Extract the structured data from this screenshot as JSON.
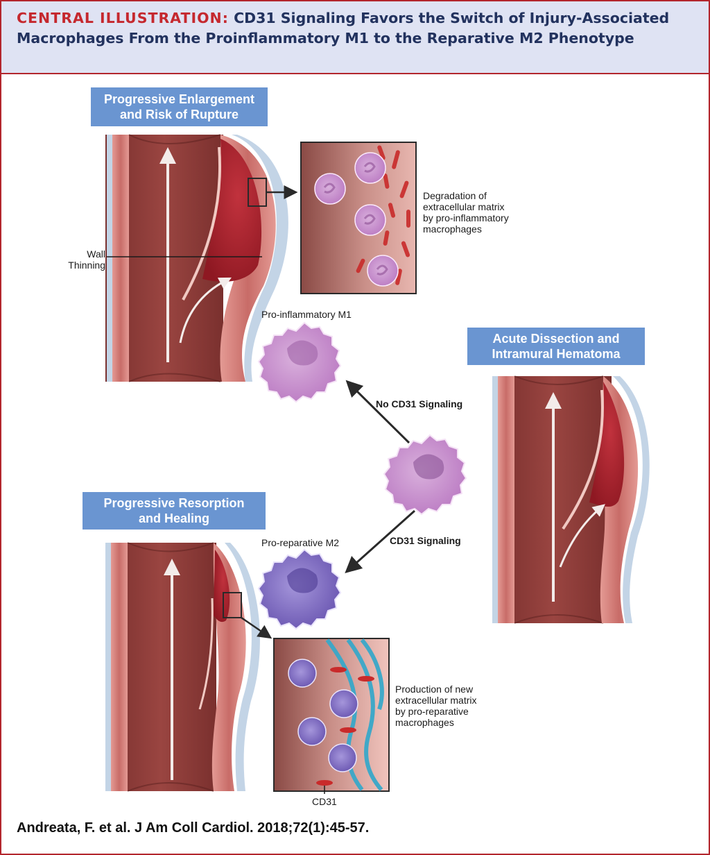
{
  "header": {
    "label": "CENTRAL ILLUSTRATION:",
    "title": "CD31 Signaling Favors the Switch of Injury-Associated Macrophages From the Proinflammatory M1 to the Reparative M2 Phenotype"
  },
  "panels": {
    "enlargement": "Progressive Enlargement\nand Risk of Rupture",
    "dissection": "Acute Dissection and\nIntramural Hematoma",
    "resorption": "Progressive Resorption\nand Healing"
  },
  "labels": {
    "wall_thinning": "Wall\nThinning",
    "degradation": "Degradation of\nextracellular matrix\nby pro-inflammatory\nmacrophages",
    "production": "Production of new\nextracellular matrix\nby pro-reparative\nmacrophages",
    "pro_inflammatory": "Pro-inflammatory M1",
    "pro_reparative": "Pro-reparative M2",
    "no_cd31": "No CD31 Signaling",
    "cd31_signaling": "CD31 Signaling",
    "cd31": "CD31"
  },
  "citation": "Andreata, F. et al. J Am Coll Cardiol. 2018;72(1):45-57.",
  "colors": {
    "frame": "#b3262d",
    "header_bg": "#dfe3f3",
    "title_blue": "#22325e",
    "label_red": "#c5282e",
    "box_blue": "#6a95d1",
    "lumen": "#8a3a37",
    "wall": "#d37d78",
    "hematoma": "#a51f2a",
    "m1_purple": "#c894cf",
    "m2_violet": "#7f6cc0",
    "matrix_cyan": "#39a8c9"
  }
}
